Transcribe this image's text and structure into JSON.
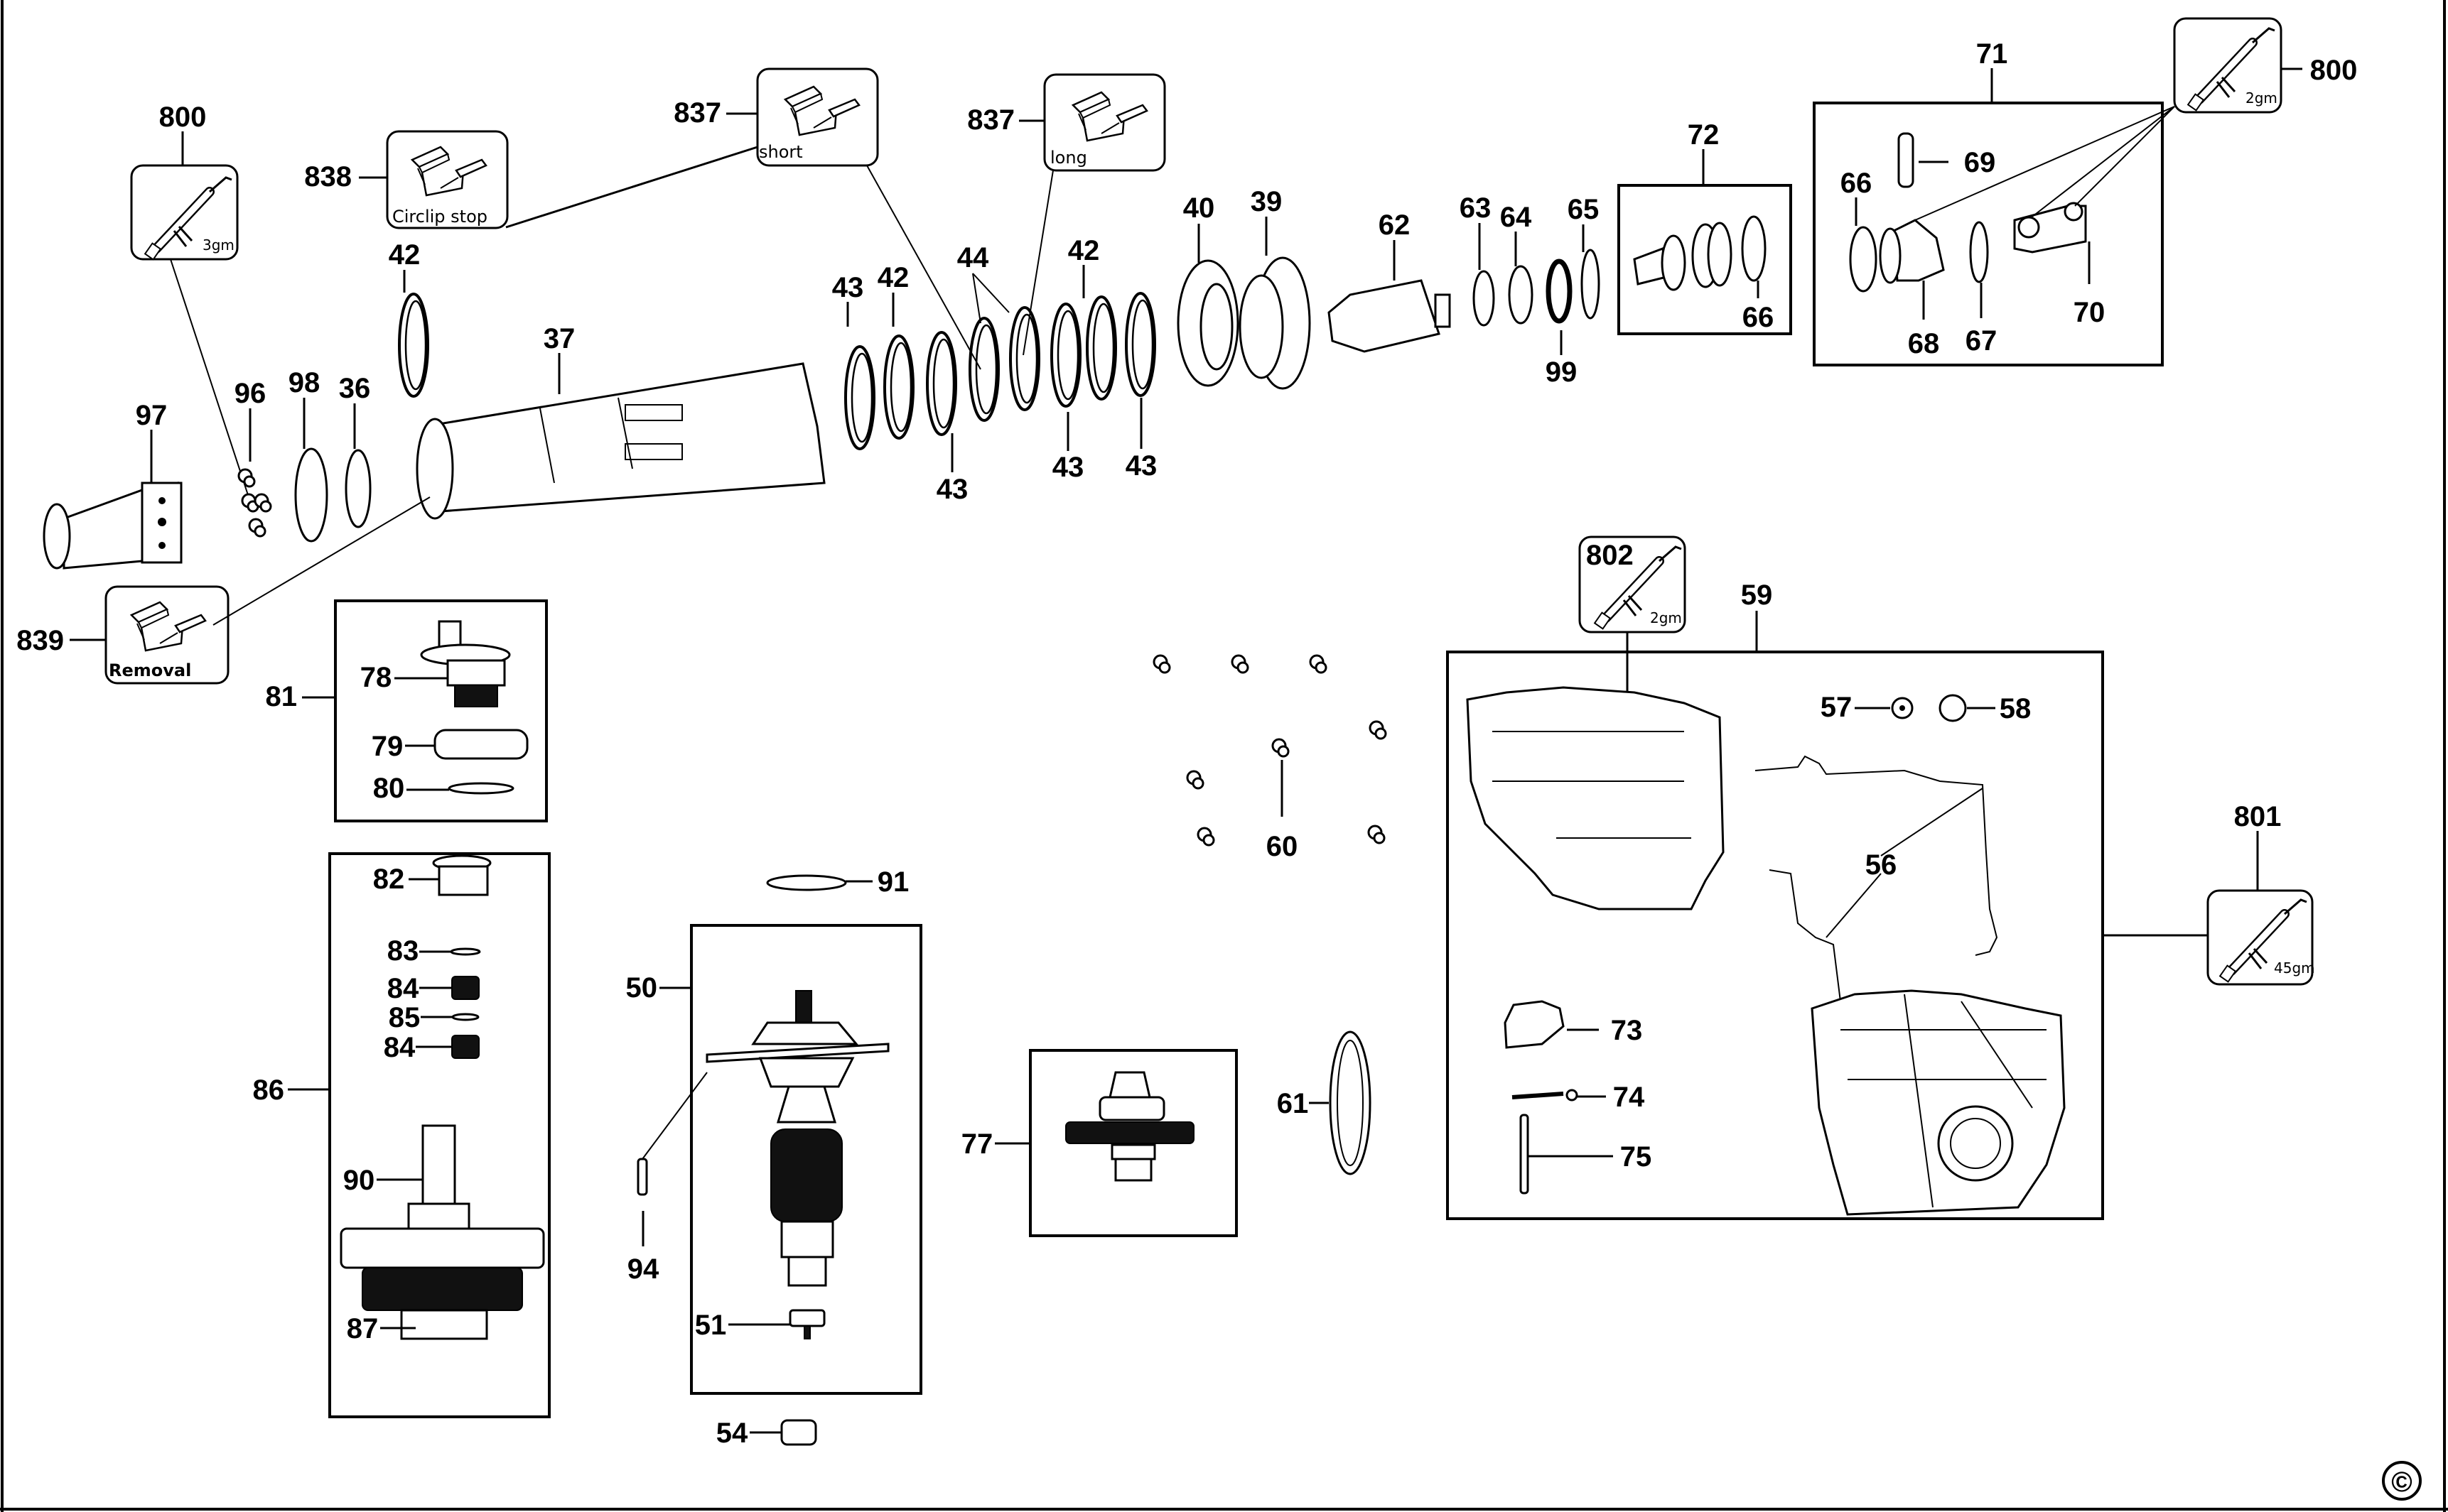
{
  "diagram": {
    "type": "exploded-parts-diagram",
    "copyright_symbol": "©",
    "callouts": {
      "p800a": "800",
      "p838": "838",
      "p837a": "837",
      "p837b": "837",
      "p42a": "42",
      "p37": "37",
      "p97": "97",
      "p96": "96",
      "p98": "98",
      "p36": "36",
      "p839": "839",
      "p43a": "43",
      "p42b": "42",
      "p43b": "43",
      "p44": "44",
      "p42c": "42",
      "p43c": "43",
      "p43d": "43",
      "p40": "40",
      "p39": "39",
      "p62": "62",
      "p63": "63",
      "p64": "64",
      "p65": "65",
      "p99": "99",
      "p72": "72",
      "p66a": "66",
      "p71": "71",
      "p800b": "800",
      "p66b": "66",
      "p69": "69",
      "p68": "68",
      "p67": "67",
      "p70": "70",
      "p81": "81",
      "p78": "78",
      "p79": "79",
      "p80": "80",
      "p86": "86",
      "p82": "82",
      "p83": "83",
      "p84a": "84",
      "p85": "85",
      "p84b": "84",
      "p90": "90",
      "p87": "87",
      "p91": "91",
      "p50": "50",
      "p94": "94",
      "p51": "51",
      "p54": "54",
      "p77": "77",
      "p61": "61",
      "p60": "60",
      "p802": "802",
      "p59": "59",
      "p57": "57",
      "p58": "58",
      "p56": "56",
      "p73": "73",
      "p74": "74",
      "p75": "75",
      "p801": "801"
    },
    "tool_icons": {
      "grease_800_left": {
        "icon": "grease-gun-icon",
        "amount": "3gm"
      },
      "grease_800_right": {
        "icon": "grease-gun-icon",
        "amount": "2gm"
      },
      "grease_802": {
        "icon": "grease-gun-icon",
        "amount": "2gm"
      },
      "grease_801": {
        "icon": "grease-gun-icon",
        "amount": "45gm"
      },
      "tool_838": {
        "icon": "toolbox-icon",
        "caption": "Circlip stop"
      },
      "tool_837_short": {
        "icon": "toolbox-icon",
        "caption": "short"
      },
      "tool_837_long": {
        "icon": "toolbox-icon",
        "caption": "long"
      },
      "tool_839": {
        "icon": "toolbox-icon",
        "caption": "Removal"
      }
    }
  }
}
